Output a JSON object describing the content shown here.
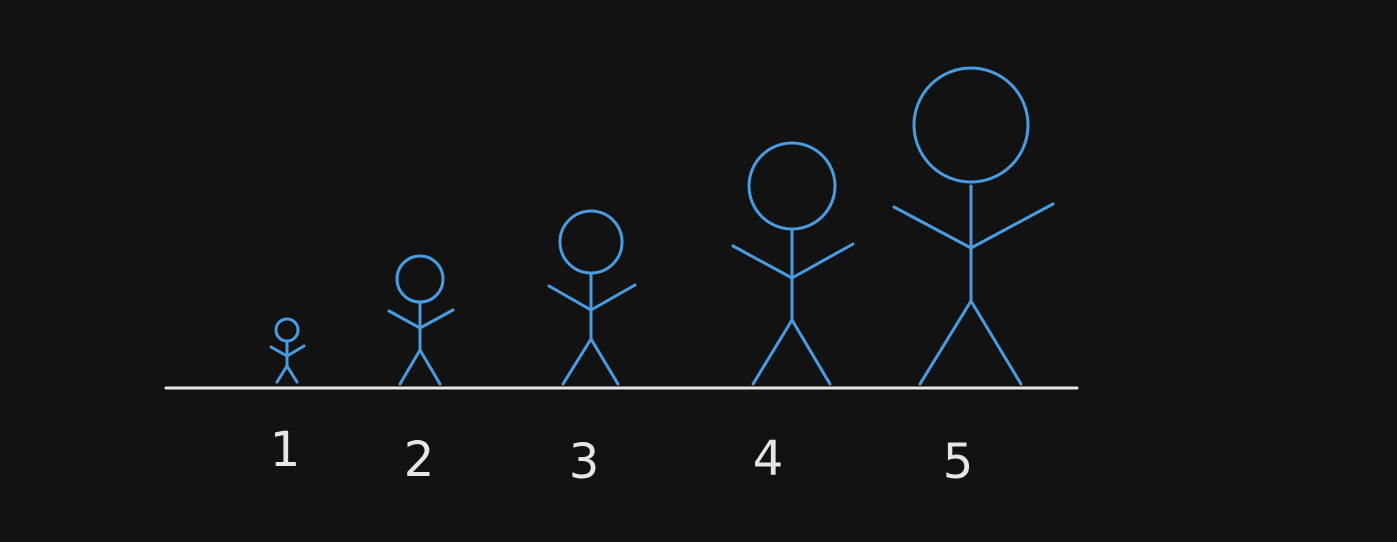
{
  "colors": {
    "background": "#121212",
    "figure_stroke": "#4a9be0",
    "ground_line": "#e6e6e6",
    "label": "#e6e6e6"
  },
  "figures": [
    {
      "label": "1"
    },
    {
      "label": "2"
    },
    {
      "label": "3"
    },
    {
      "label": "4"
    },
    {
      "label": "5"
    }
  ]
}
